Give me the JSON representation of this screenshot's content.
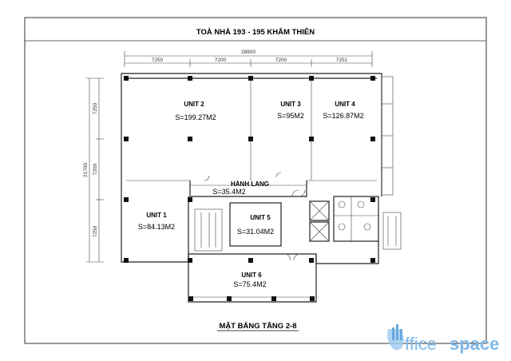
{
  "header": {
    "title": "TOÀ NHÀ 193 - 195 KHÂM THIÊN"
  },
  "footer": {
    "caption": "MẶT BẰNG TẦNG 2-8"
  },
  "dimensions": {
    "overall_width": "28900",
    "top_spans": [
      "7250",
      "7200",
      "7200",
      "7251"
    ],
    "overall_height": "21700",
    "left_spans": [
      "7250",
      "7200",
      "7250"
    ]
  },
  "units": [
    {
      "name": "UNIT 2",
      "area": "S=199.27M2"
    },
    {
      "name": "UNIT 3",
      "area": "S=95M2"
    },
    {
      "name": "UNIT 4",
      "area": "S=126.87M2"
    },
    {
      "name": "UNIT 1",
      "area": "S=84.13M2"
    },
    {
      "name": "UNIT 5",
      "area": "S=31.04M2"
    },
    {
      "name": "UNIT 6",
      "area": "S=75.4M2"
    }
  ],
  "corridor": {
    "name": "HÀNH LANG",
    "area": "S=35.4M2"
  },
  "logo": {
    "prefix": "ffice",
    "suffix": "space"
  },
  "colors": {
    "logo": "#7fb8e8",
    "line": "#222222"
  }
}
